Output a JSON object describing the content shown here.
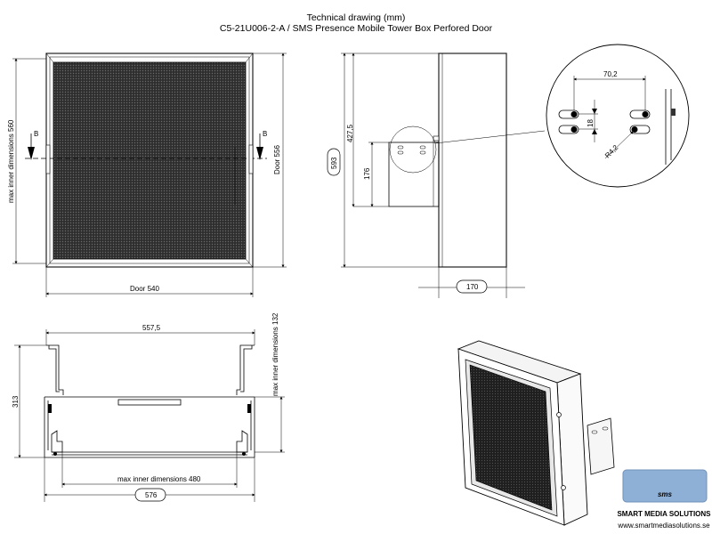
{
  "header": {
    "title": "Technical drawing (mm)",
    "subtitle": "C5-21U006-2-A / SMS Presence Mobile Tower Box Perfored Door"
  },
  "front_view": {
    "dim_height_inner": "max inner dimensions 560",
    "dim_door_height": "Door 556",
    "dim_door_width": "Door 540",
    "section_mark_left": "B",
    "section_mark_right": "B"
  },
  "side_view": {
    "dim_total_height": "593",
    "dim_upper": "427,5",
    "dim_mount": "176",
    "dim_depth": "170"
  },
  "detail_view": {
    "dim_spacing": "70,2",
    "dim_vertical": "18",
    "dim_radius": "R4,2"
  },
  "top_section": {
    "dim_outer_width": "557,5",
    "dim_height": "313",
    "dim_inner_depth": "max inner dimensions 132",
    "dim_inner_width": "max inner dimensions 480",
    "dim_total_width": "576"
  },
  "logo": {
    "brand": "sms",
    "tagline": "SMART MEDIA SOLUTIONS",
    "url": "www.smartmediasolutions.se"
  },
  "colors": {
    "mesh": "#3a3a3a",
    "line": "#000000",
    "logo_blue": "#7a9cc4"
  }
}
